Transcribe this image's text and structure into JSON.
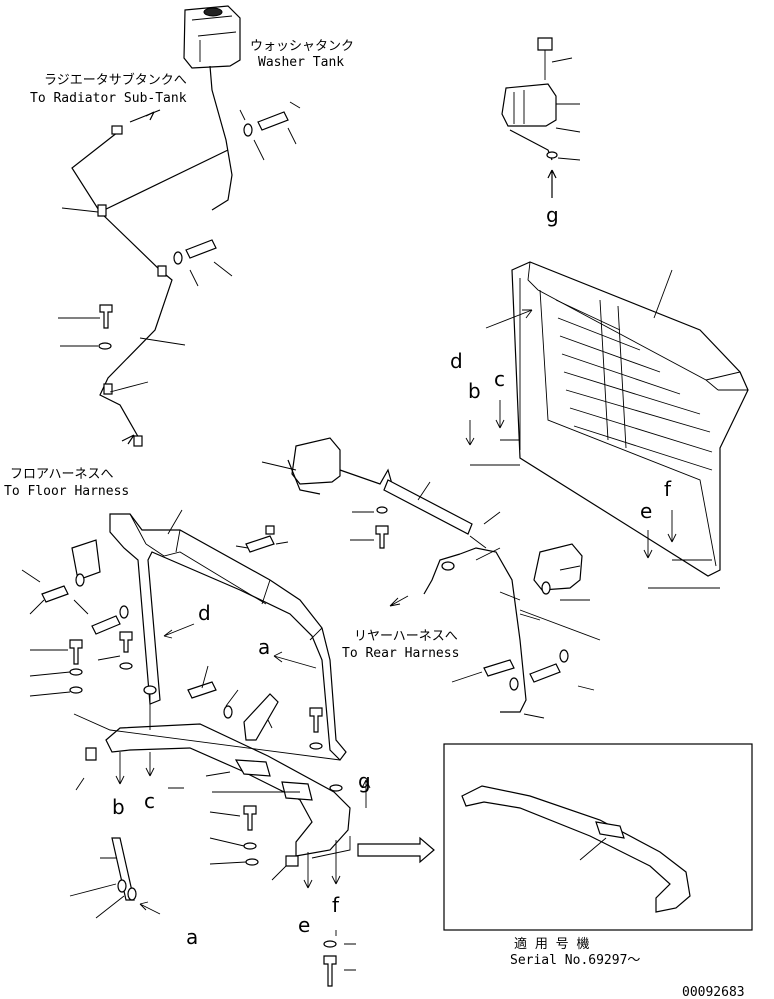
{
  "labels": {
    "washer_tank_jp": "ウォッシャタンク",
    "washer_tank_en": "Washer Tank",
    "radiator_jp": "ラジエータサブタンクへ",
    "radiator_en": "To Radiator Sub-Tank",
    "floor_jp": "フロアハーネスへ",
    "floor_en": "To Floor Harness",
    "rear_jp": "リヤーハーネスへ",
    "rear_en": "To Rear Harness",
    "serial_jp": "適 用 号 機",
    "serial_en": "Serial No.69297～",
    "drawing_number": "00092683"
  },
  "callouts": {
    "a": "a",
    "b": "b",
    "c": "c",
    "d": "d",
    "e": "e",
    "f": "f",
    "g": "g"
  },
  "colors": {
    "line": "#000000",
    "background": "#ffffff"
  }
}
